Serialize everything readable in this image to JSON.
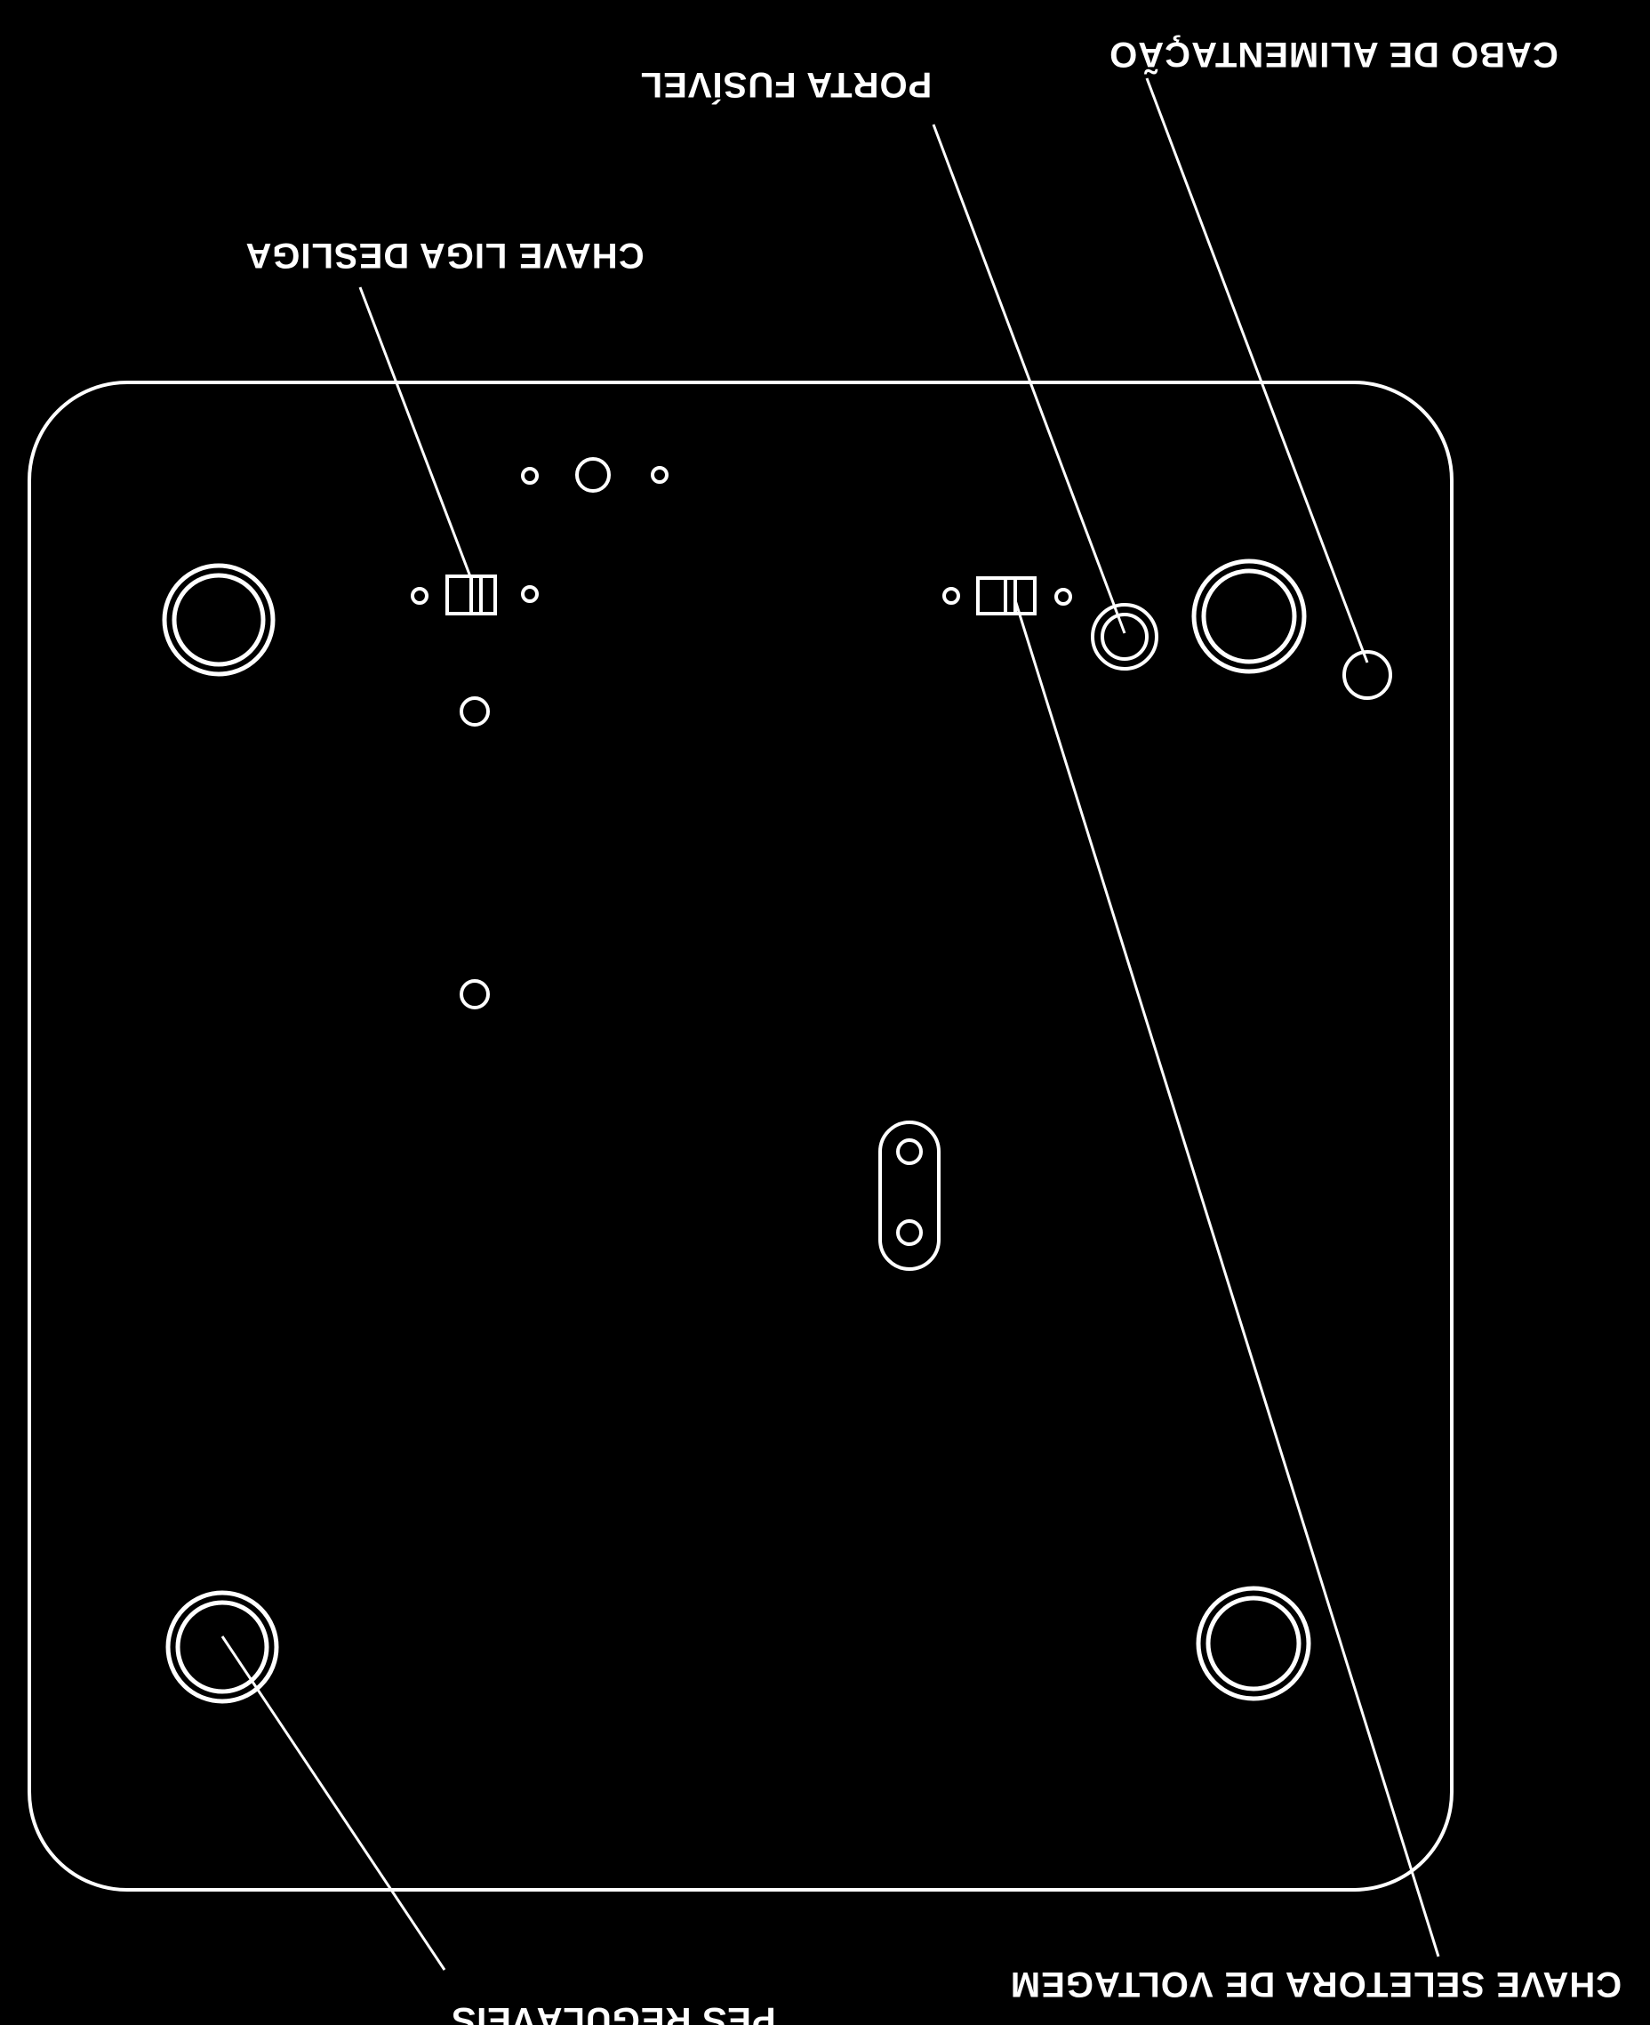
{
  "diagram": {
    "background_color": "#000000",
    "line_color": "#ffffff",
    "labels": {
      "power_cable": "CABO DE ALIMENTAÇÃO",
      "fuse_holder": "PORTA FUSÍVEL",
      "on_off_switch": "CHAVE LIGA DESLIGA",
      "adjustable_feet": "PÉS REGULÁVEIS",
      "voltage_selector": "CHAVE SELETORA DE VOLTAGEM"
    }
  }
}
